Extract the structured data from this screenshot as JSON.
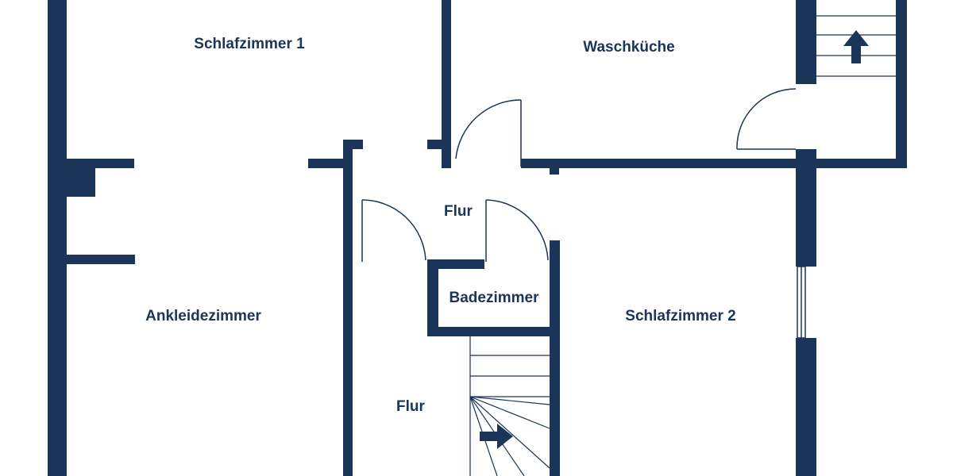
{
  "floor_plan": {
    "colors": {
      "wall": "#1a3557",
      "line": "#1a3557",
      "background": "#ffffff"
    },
    "rooms": {
      "schlafzimmer1": "Schlafzimmer 1",
      "waschkueche": "Waschküche",
      "flur_upper": "Flur",
      "badezimmer": "Badezimmer",
      "ankleidezimmer": "Ankleidezimmer",
      "schlafzimmer2": "Schlafzimmer 2",
      "flur_lower": "Flur"
    },
    "icons": [
      "stairs-up-arrow-icon",
      "stairs-arrow-icon",
      "door-swing-icon"
    ]
  }
}
